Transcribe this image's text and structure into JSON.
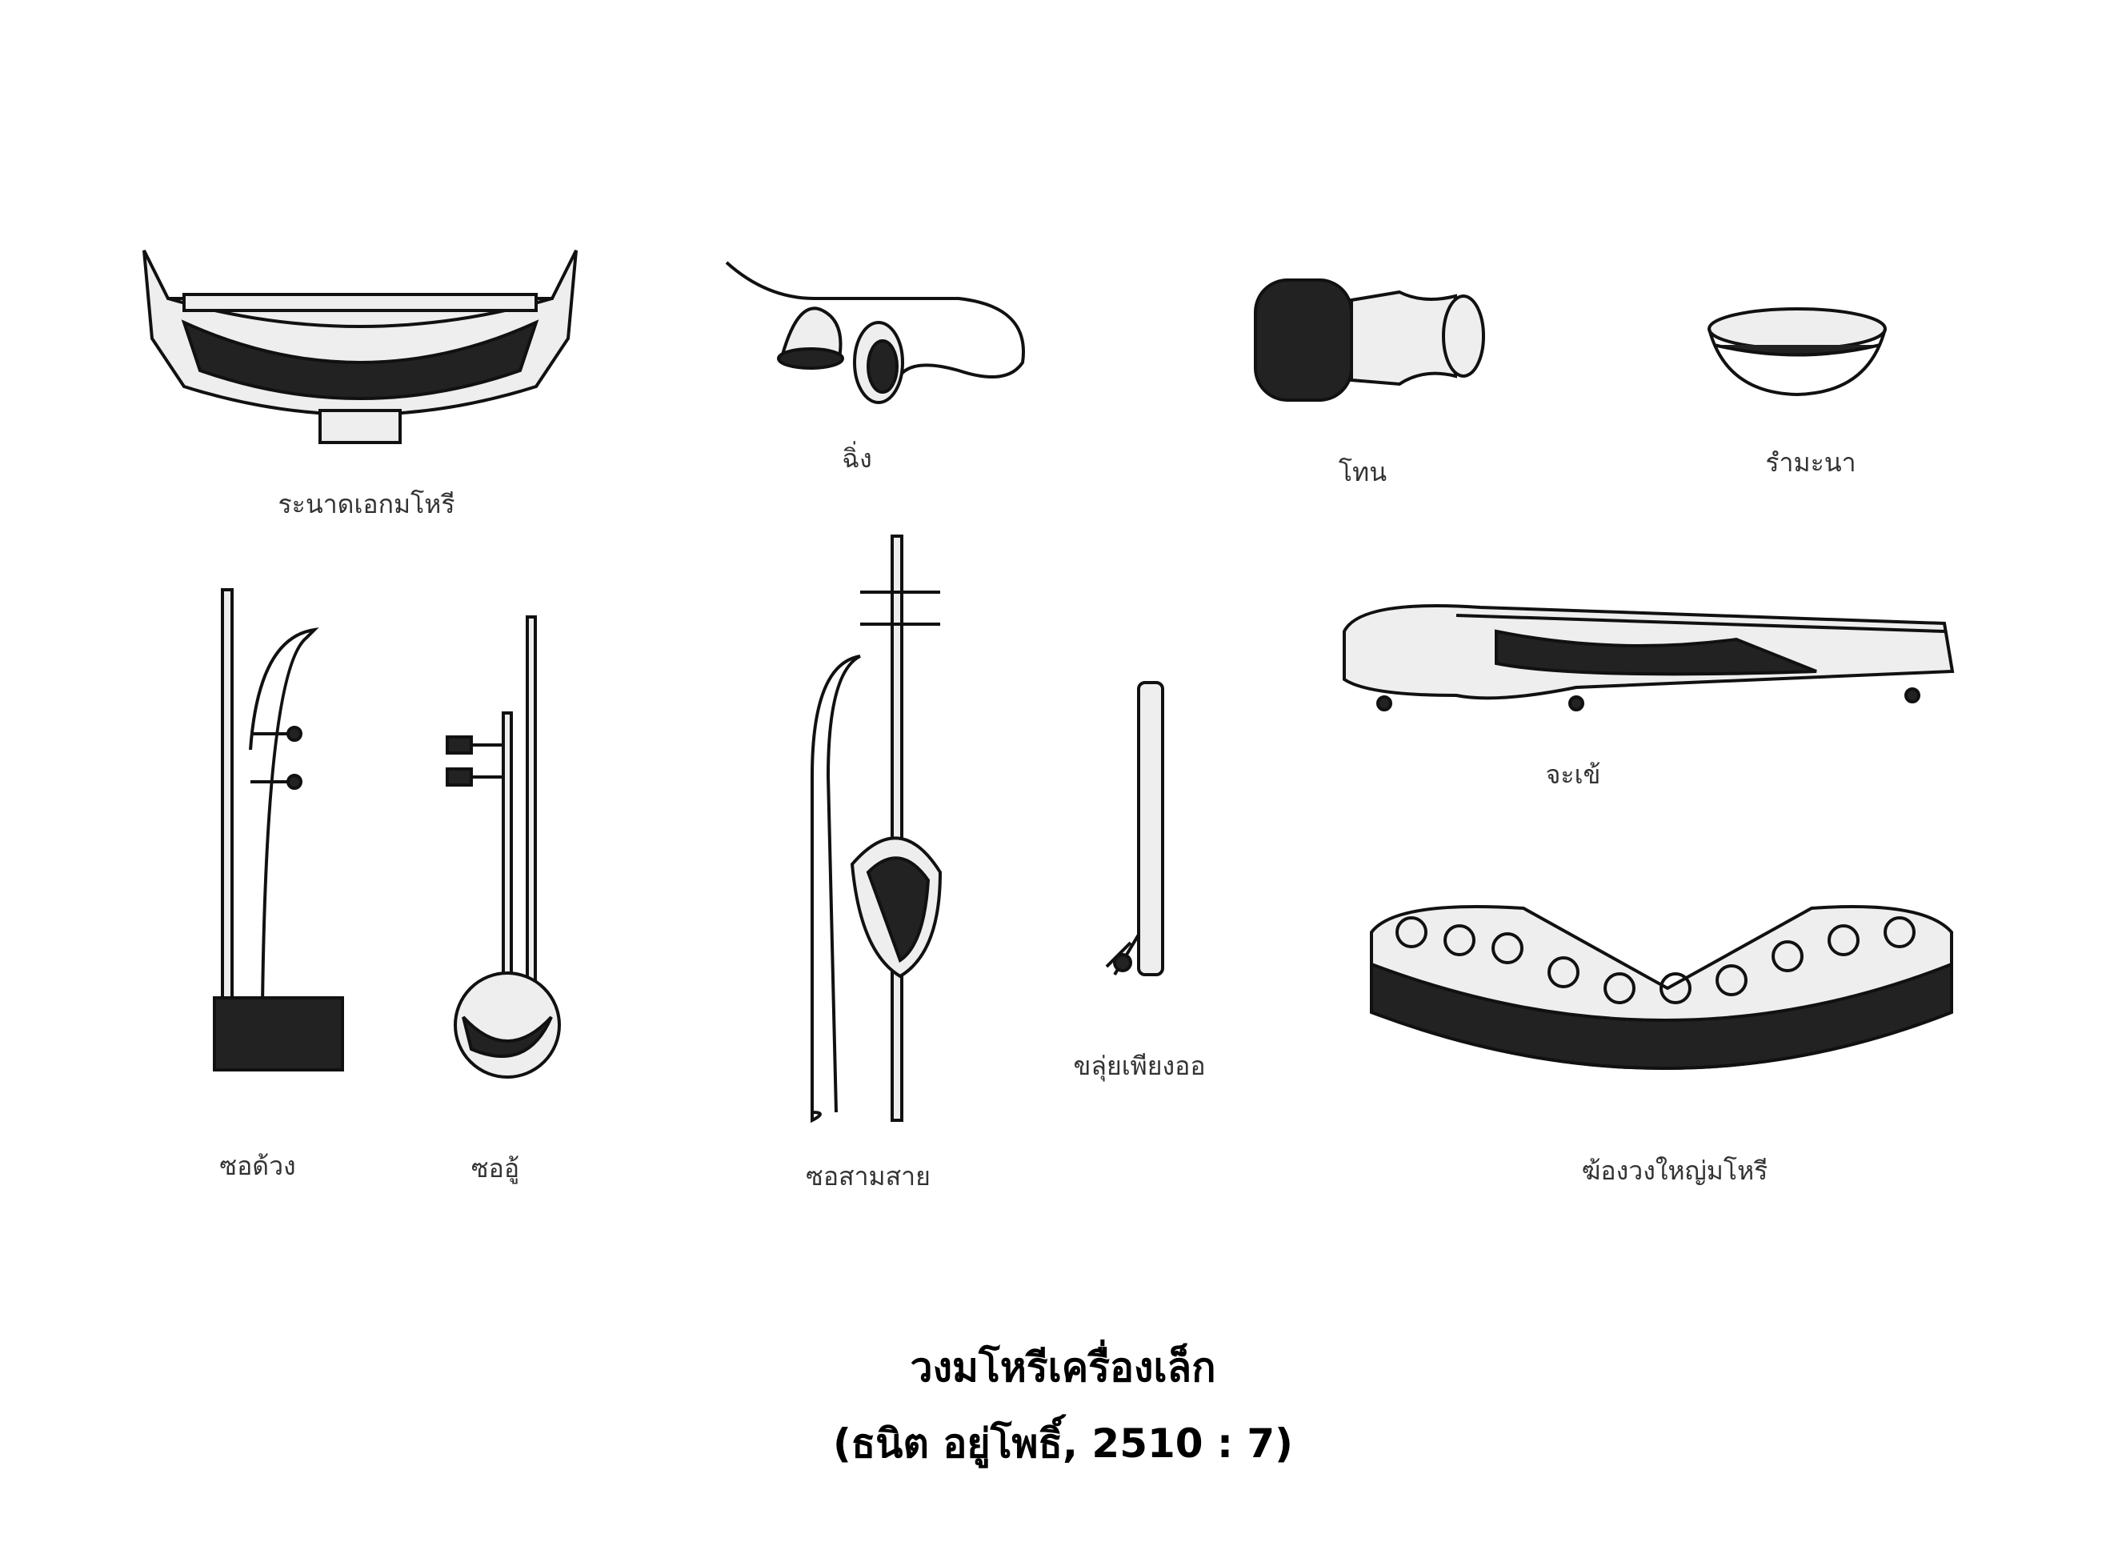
{
  "instruments": [
    {
      "id": "ranat-ek",
      "label": "ระนาดเอกมโหรี"
    },
    {
      "id": "ching",
      "label": "ฉิ่ง"
    },
    {
      "id": "thon",
      "label": "โทน"
    },
    {
      "id": "rammana",
      "label": "รำมะนา"
    },
    {
      "id": "so-duang",
      "label": "ซอด้วง"
    },
    {
      "id": "so-u",
      "label": "ซออู้"
    },
    {
      "id": "so-sam-sai",
      "label": "ซอสามสาย"
    },
    {
      "id": "khlui-phiang-o",
      "label": "ขลุ่ยเพียงออ"
    },
    {
      "id": "chakhe",
      "label": "จะเข้"
    },
    {
      "id": "khong-wong-yai",
      "label": "ฆ้องวงใหญ่มโหรี"
    }
  ],
  "caption": {
    "title": "วงมโหรีเครื่องเล็ก",
    "citation": "(ธนิต อยู่โพธิ์, 2510 : 7)"
  }
}
